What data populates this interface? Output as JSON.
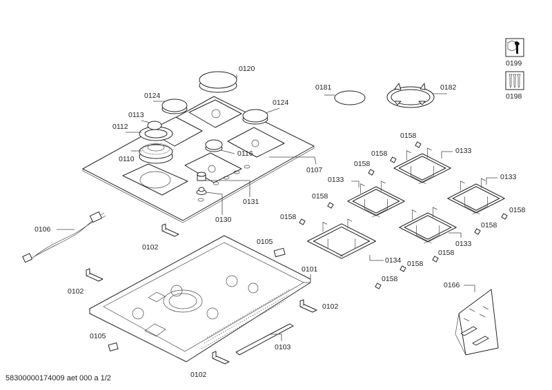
{
  "document": {
    "type": "exploded parts diagram",
    "footer": "58300000174009 aet 000 a 1/2"
  },
  "icons": {
    "tools": {
      "label": "0199",
      "icon": "wrench-nut-icon"
    },
    "screws": {
      "label": "0198",
      "icon": "screws-icon"
    }
  },
  "labels": {
    "burner_large_cap": "0120",
    "burner_cap_left": "0124",
    "burner_cap_right": "0124",
    "wok_center_cap": "0113",
    "wok_ring": "0112",
    "wok_burner": "0110",
    "small_cap": "0116",
    "glass_top": "0107",
    "knob": "0131",
    "knob_spindle": "0130",
    "round_cap": "0181",
    "wok_support": "0182",
    "pan_support_a": "0133",
    "pan_support_b": "0133",
    "pan_support_c": "0133",
    "pan_support_d": "0133",
    "pan_support_large": "0134",
    "rubber_foot": "0158",
    "power_cord": "0106",
    "bracket": "0102",
    "igniter": "0105",
    "housing": "0101",
    "strip": "0103",
    "fixing_kit": "0166"
  }
}
